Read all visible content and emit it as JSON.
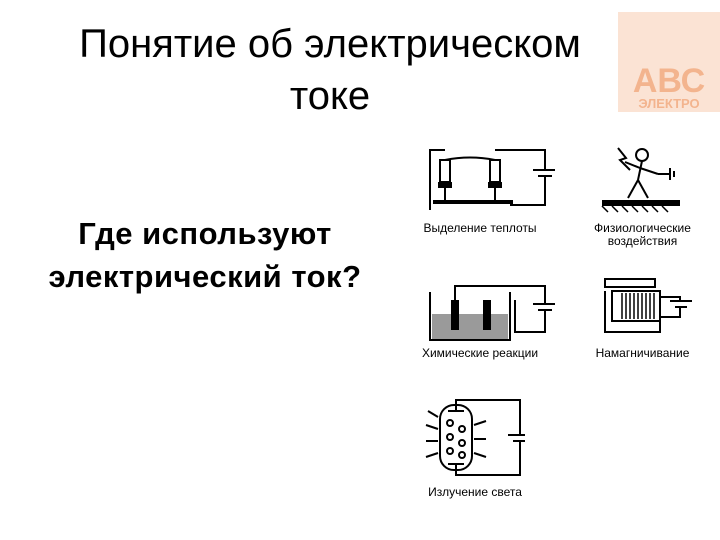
{
  "slide": {
    "title": "Понятие об электрическом токе",
    "question": "Где используют электрический ток?"
  },
  "logo": {
    "text_main": "АВС",
    "text_sub": "ЭЛЕКТРО",
    "color": "#f0a070"
  },
  "effects": [
    {
      "label": "Выделение теплоты",
      "icon": "heating-circuit"
    },
    {
      "label": "Физиологические воздействия",
      "icon": "electric-shock-figure"
    },
    {
      "label": "Химические реакции",
      "icon": "electrolysis-bath"
    },
    {
      "label": "Намагничивание",
      "icon": "electromagnet"
    },
    {
      "label": "Излучение света",
      "icon": "gas-discharge-tube"
    }
  ]
}
